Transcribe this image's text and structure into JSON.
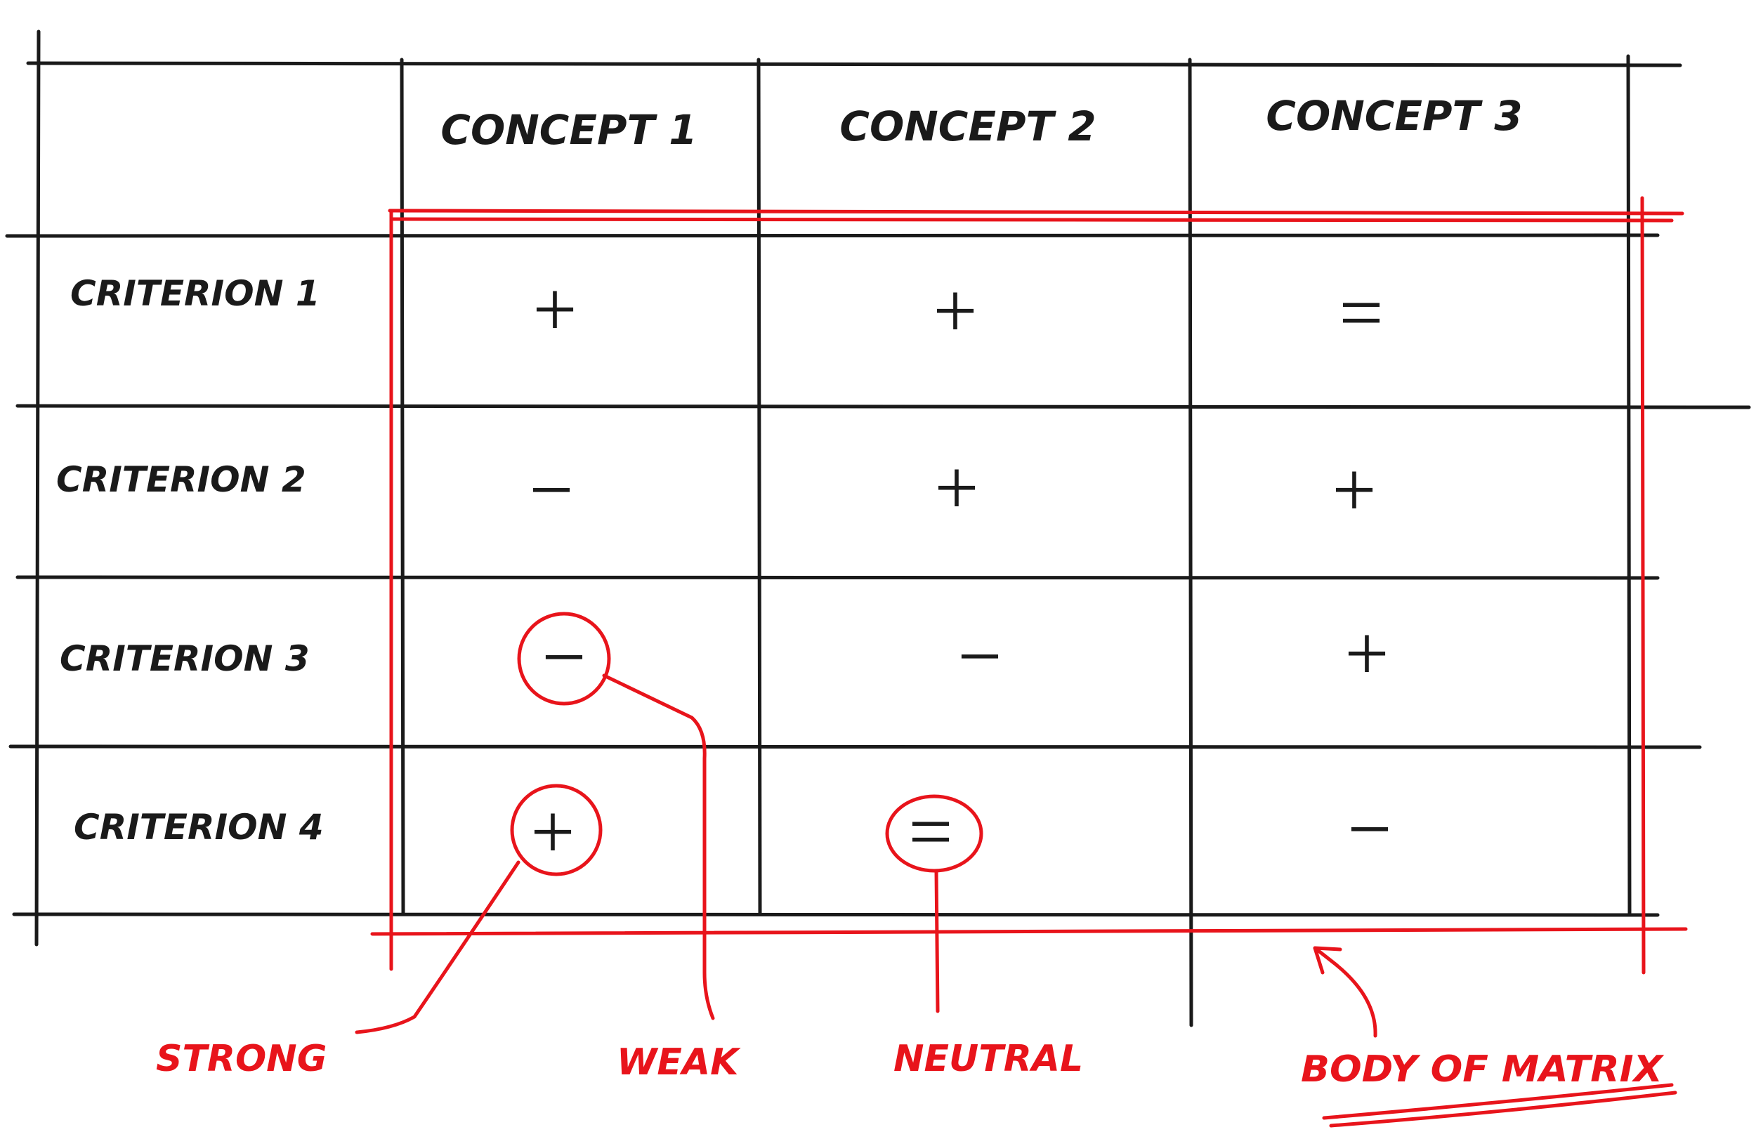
{
  "colors": {
    "ink": "#1a1a1a",
    "annotation": "#e8141b"
  },
  "matrix": {
    "concepts": [
      "CONCEPT 1",
      "CONCEPT 2",
      "CONCEPT 3"
    ],
    "criteria": [
      "CRITERION 1",
      "CRITERION 2",
      "CRITERION 3",
      "CRITERION 4"
    ],
    "cells": [
      [
        "+",
        "+",
        "="
      ],
      [
        "−",
        "+",
        "+"
      ],
      [
        "−",
        "−",
        "+"
      ],
      [
        "+",
        "=",
        "−"
      ]
    ]
  },
  "annotations": {
    "strong": "STRONG",
    "weak": "WEAK",
    "neutral": "NEUTRAL",
    "body_of_matrix": "BODY OF MATRIX"
  }
}
